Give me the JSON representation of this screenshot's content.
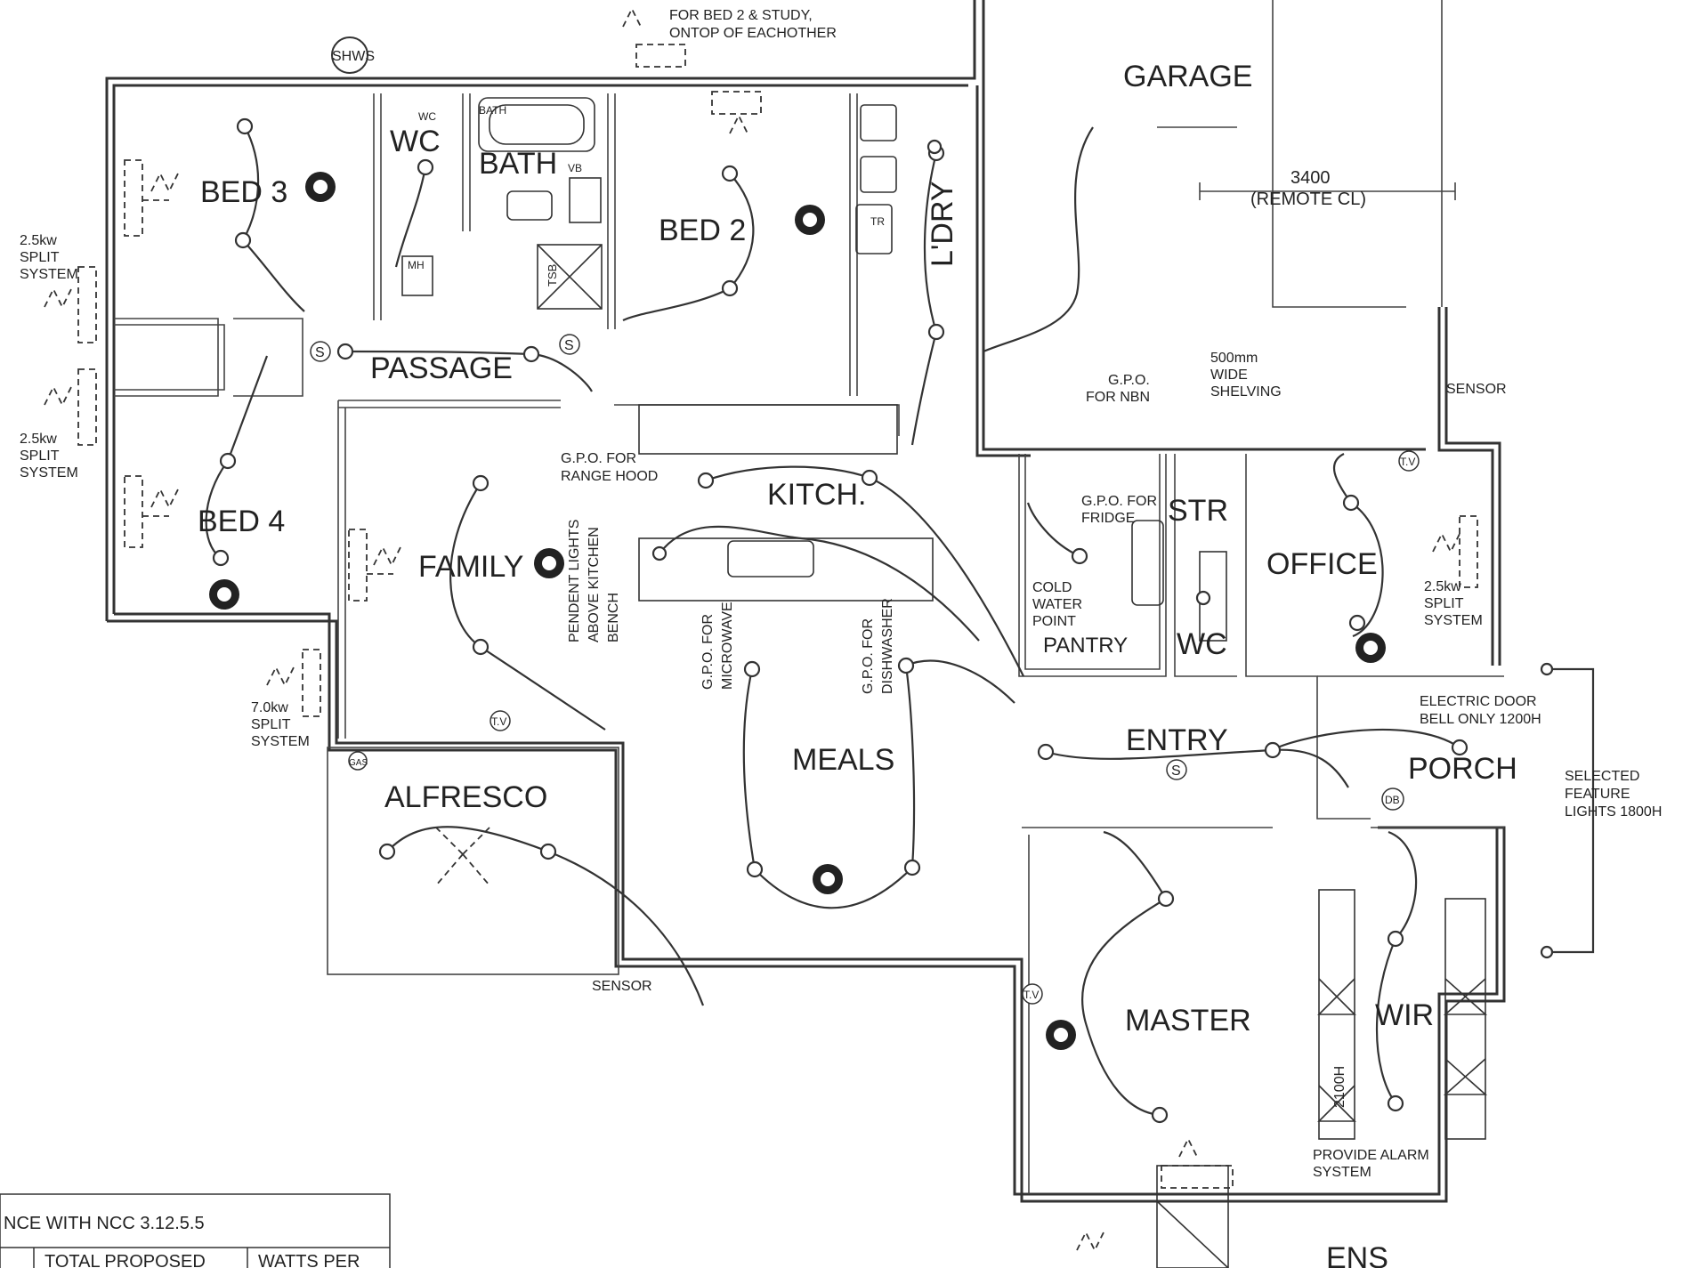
{
  "rooms": {
    "bed3": "BED 3",
    "wc1": "WC",
    "bath": "BATH",
    "bed2": "BED 2",
    "ldry": "L'DRY",
    "garage": "GARAGE",
    "passage": "PASSAGE",
    "bed4": "BED 4",
    "family": "FAMILY",
    "kitch": "KITCH.",
    "str": "STR",
    "office": "OFFICE",
    "pantry": "PANTRY",
    "wc2": "WC",
    "entry": "ENTRY",
    "porch": "PORCH",
    "alfresco": "ALFRESCO",
    "meals": "MEALS",
    "master": "MASTER",
    "wir": "WIR",
    "ens": "ENS"
  },
  "notes": {
    "top_split_1": "FOR BED 2 & STUDY,",
    "top_split_2": "ONTOP OF EACHOTHER",
    "shws": "SHWS",
    "split_25_a": [
      "2.5kw",
      "SPLIT",
      "SYSTEM"
    ],
    "split_25_b": [
      "2.5kw",
      "SPLIT",
      "SYSTEM"
    ],
    "split_70": [
      "7.0kw",
      "SPLIT",
      "SYSTEM"
    ],
    "split_office": [
      "2.5kw",
      "SPLIT",
      "SYSTEM"
    ],
    "garage_dim": "3400",
    "garage_dim_note": "(REMOTE CL)",
    "gpo_nbn_1": "G.P.O.",
    "gpo_nbn_2": "FOR NBN",
    "shelving": [
      "500mm",
      "WIDE",
      "SHELVING"
    ],
    "sensor_garage": "SENSOR",
    "sensor_alfresco": "SENSOR",
    "gpo_range_1": "G.P.O. FOR",
    "gpo_range_2": "RANGE HOOD",
    "gpo_fridge_1": "G.P.O. FOR",
    "gpo_fridge_2": "FRIDGE",
    "cold_water": [
      "COLD",
      "WATER",
      "POINT"
    ],
    "pendent": [
      "PENDENT LIGHTS",
      "ABOVE KITCHEN",
      "BENCH"
    ],
    "gpo_micro": [
      "G.P.O. FOR",
      "MICROWAVE"
    ],
    "gpo_dish": [
      "G.P.O. FOR",
      "DISHWASHER"
    ],
    "doorbell_1": "ELECTRIC DOOR",
    "doorbell_2": "BELL ONLY 1200H",
    "feature": [
      "SELECTED",
      "FEATURE",
      "LIGHTS 1800H"
    ],
    "alarm_1": "PROVIDE ALARM",
    "alarm_2": "SYSTEM",
    "h2100": "2100H",
    "tv": "T.V",
    "mh": "MH",
    "tsb": "TSB",
    "db": "DB",
    "gas": "GAS",
    "tr": "TR",
    "vb": "VB",
    "ss": "S",
    "wc_small": "WC",
    "bath_small": "BATH"
  },
  "table": {
    "title": "NCE WITH NCC 3.12.5.5",
    "col1": "TOTAL PROPOSED",
    "col2": "WATTS PER"
  }
}
